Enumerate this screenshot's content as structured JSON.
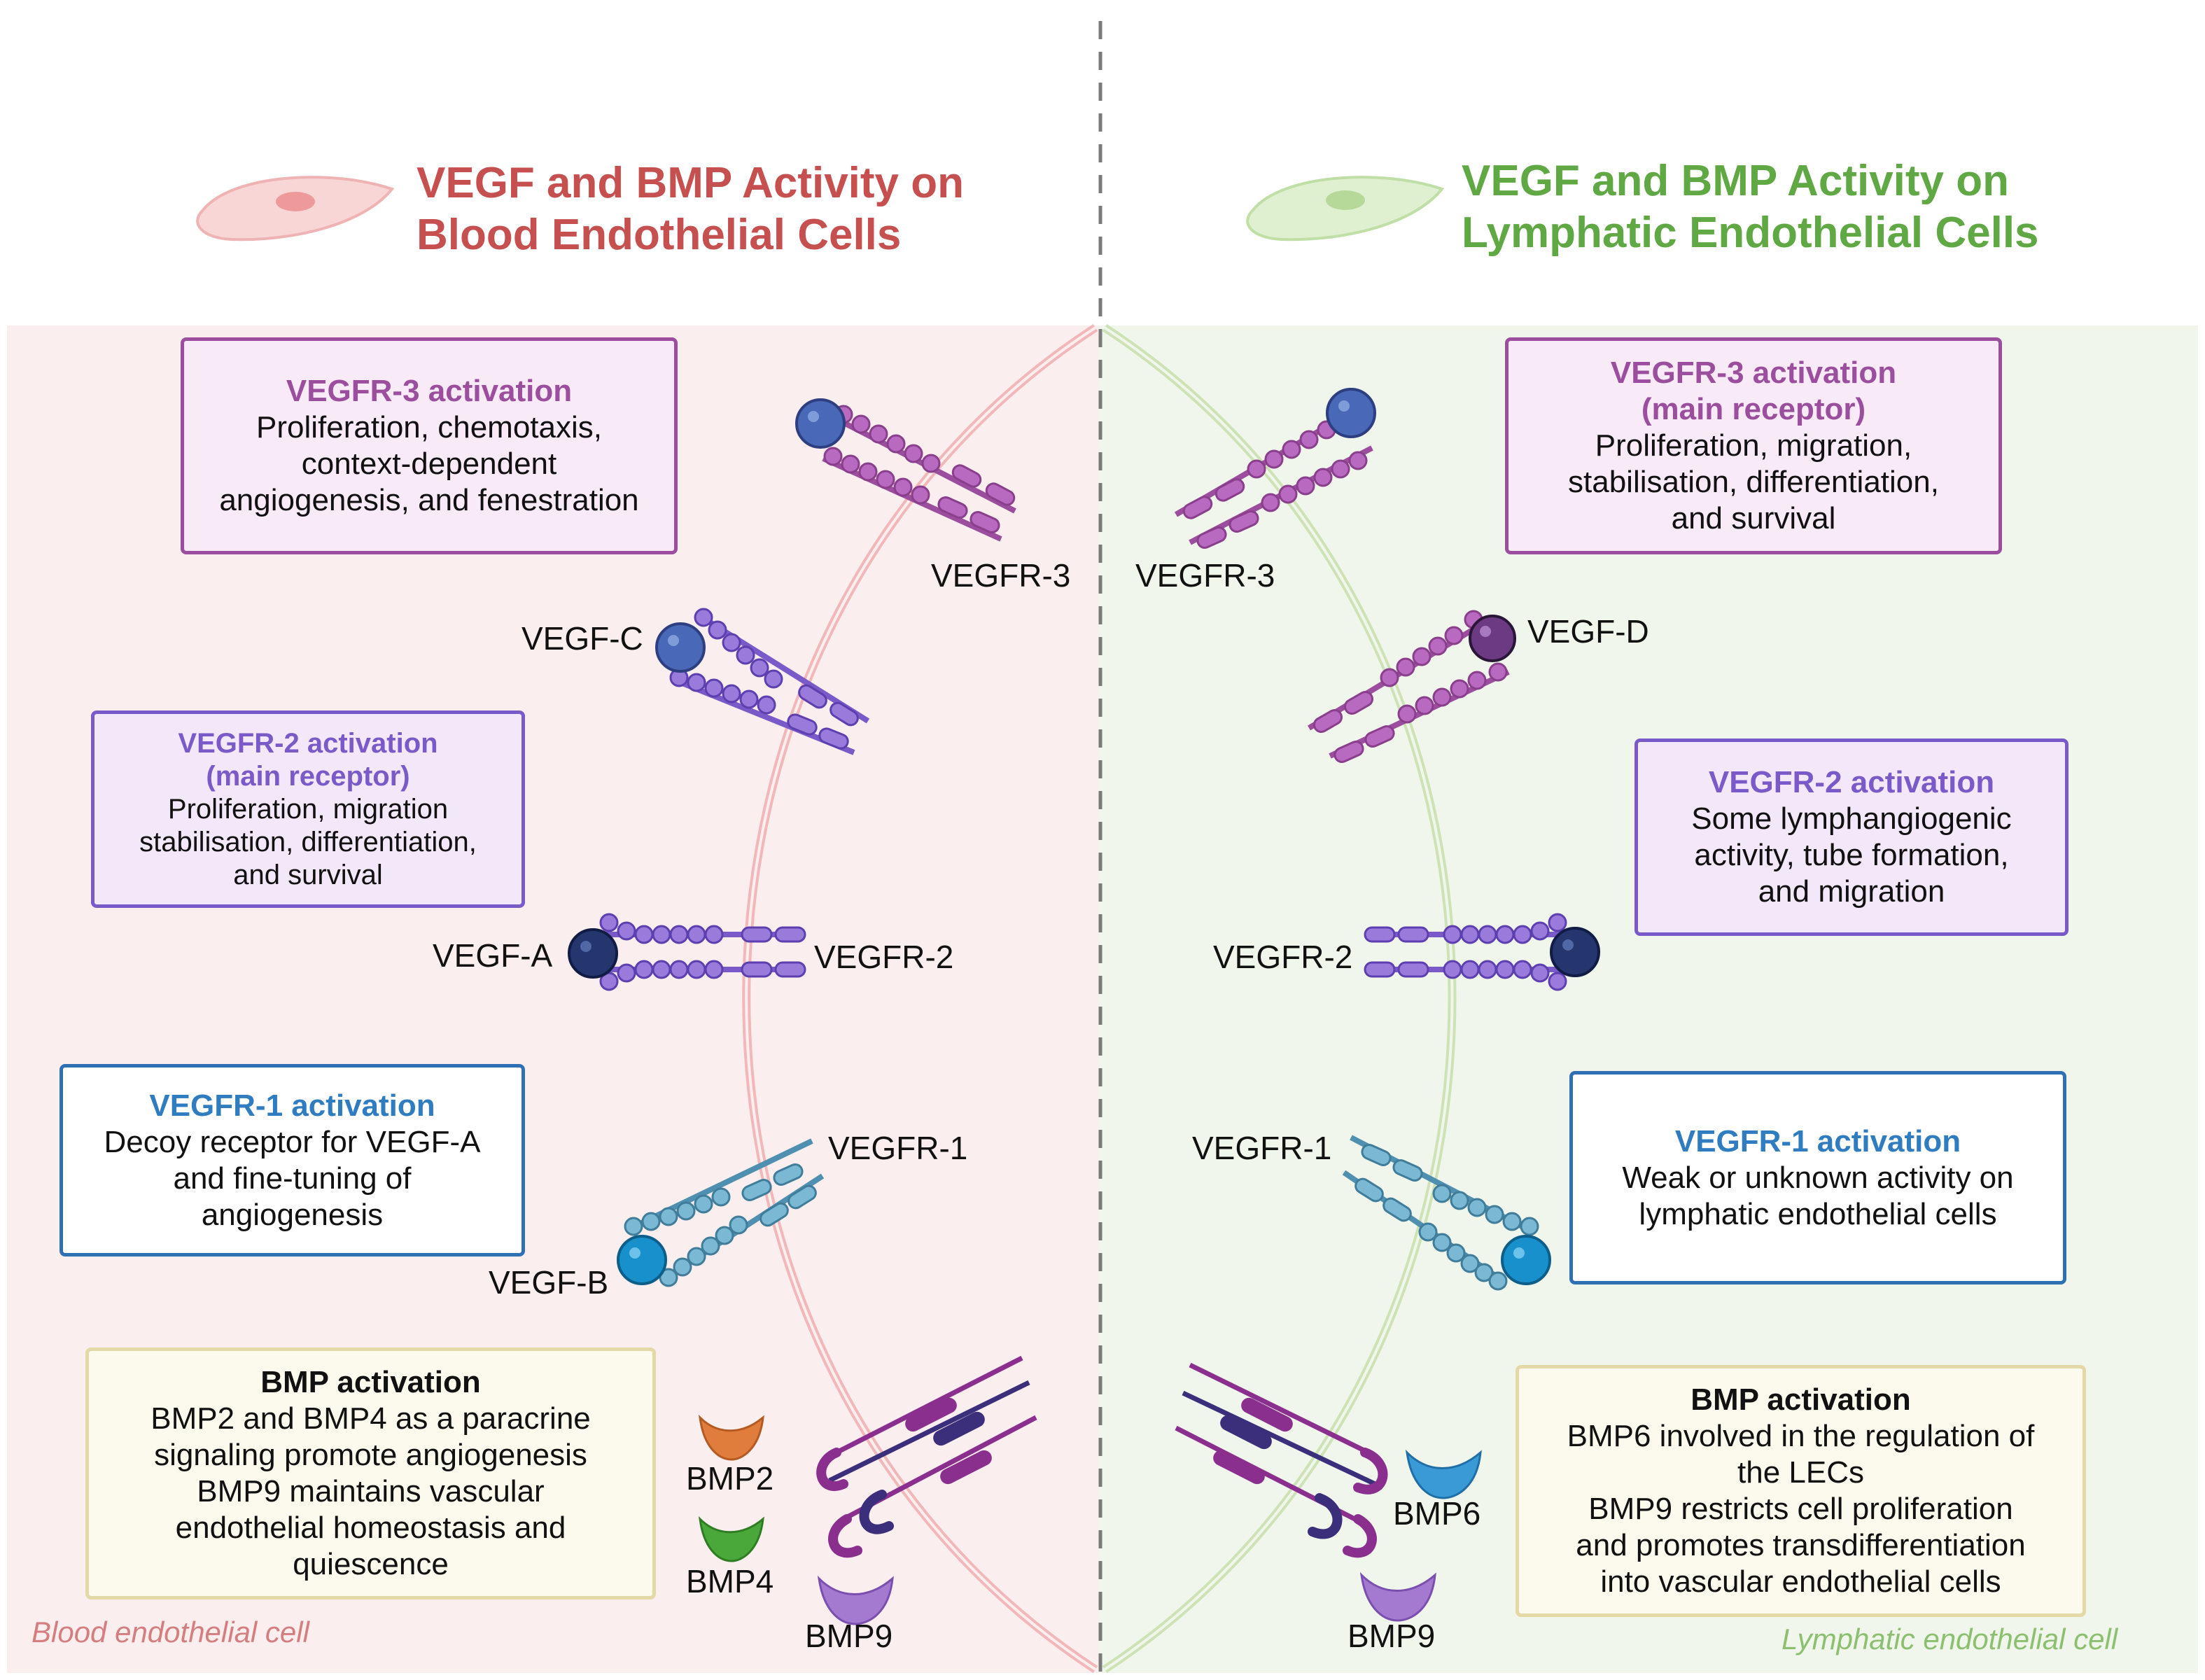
{
  "titles": {
    "blood": [
      "VEGF and BMP Activity on",
      "Blood Endothelial Cells"
    ],
    "lymph": [
      "VEGF and BMP Activity on",
      "Lymphatic Endothelial Cells"
    ]
  },
  "regions": {
    "blood_label": "Blood endothelial cell",
    "lymph_label": "Lymphatic endothelial cell"
  },
  "blood": {
    "vegfr3_box": {
      "heading": "VEGFR-3 activation",
      "lines": [
        "Proliferation, chemotaxis,",
        "context-dependent",
        "angiogenesis, and fenestration"
      ]
    },
    "vegfr2_box": {
      "heading": [
        "VEGFR-2 activation",
        "(main receptor)"
      ],
      "lines": [
        "Proliferation, migration",
        "stabilisation, differentiation,",
        "and survival"
      ]
    },
    "vegfr1_box": {
      "heading": "VEGFR-1 activation",
      "lines": [
        "Decoy receptor for VEGF-A",
        "and fine-tuning of",
        "angiogenesis"
      ]
    },
    "bmp_box": {
      "heading": "BMP activation",
      "lines": [
        "BMP2 and BMP4 as a paracrine",
        "signaling promote angiogenesis",
        "BMP9 maintains vascular",
        "endothelial homeostasis and",
        "quiescence"
      ]
    },
    "labels": {
      "vegfr3": "VEGFR-3",
      "vegfc": "VEGF-C",
      "vegfa": "VEGF-A",
      "vegfr2": "VEGFR-2",
      "vegfr1": "VEGFR-1",
      "vegfb": "VEGF-B",
      "bmp2": "BMP2",
      "bmp4": "BMP4",
      "bmp9": "BMP9"
    }
  },
  "lymph": {
    "vegfr3_box": {
      "heading": [
        "VEGFR-3 activation",
        "(main receptor)"
      ],
      "lines": [
        "Proliferation, migration,",
        "stabilisation, differentiation,",
        "and survival"
      ]
    },
    "vegfr2_box": {
      "heading": "VEGFR-2 activation",
      "lines": [
        "Some lymphangiogenic",
        "activity, tube formation,",
        "and migration"
      ]
    },
    "vegfr1_box": {
      "heading": "VEGFR-1 activation",
      "lines": [
        "Weak or unknown activity on",
        "lymphatic endothelial cells"
      ]
    },
    "bmp_box": {
      "heading": "BMP activation",
      "lines": [
        "BMP6 involved in the regulation of",
        "the LECs",
        "BMP9 restricts cell proliferation",
        "and promotes transdifferentiation",
        "into vascular endothelial cells"
      ]
    },
    "labels": {
      "vegfr3": "VEGFR-3",
      "vegfd": "VEGF-D",
      "vegfr2": "VEGFR-2",
      "vegfr1": "VEGFR-1",
      "bmp6": "BMP6",
      "bmp9": "BMP9"
    }
  },
  "colors": {
    "blood_title": "#c5504f",
    "lymph_title": "#5fa844",
    "blood_bg": "#fbeeee",
    "lymph_bg": "#f1f6ec",
    "vegfr3_receptor": "#9b4e9d",
    "vegfr2_receptor": "#7a5ac8",
    "vegfr1_receptor": "#6aa7c4",
    "vegf_c": "#4a68b8",
    "vegf_a": "#25356e",
    "vegf_b": "#1890cc",
    "vegf_d": "#6b3a82",
    "bmp2": "#e07d3c",
    "bmp4": "#4aa83a",
    "bmp9": "#a47ad0",
    "bmp6": "#3a9ad6"
  }
}
